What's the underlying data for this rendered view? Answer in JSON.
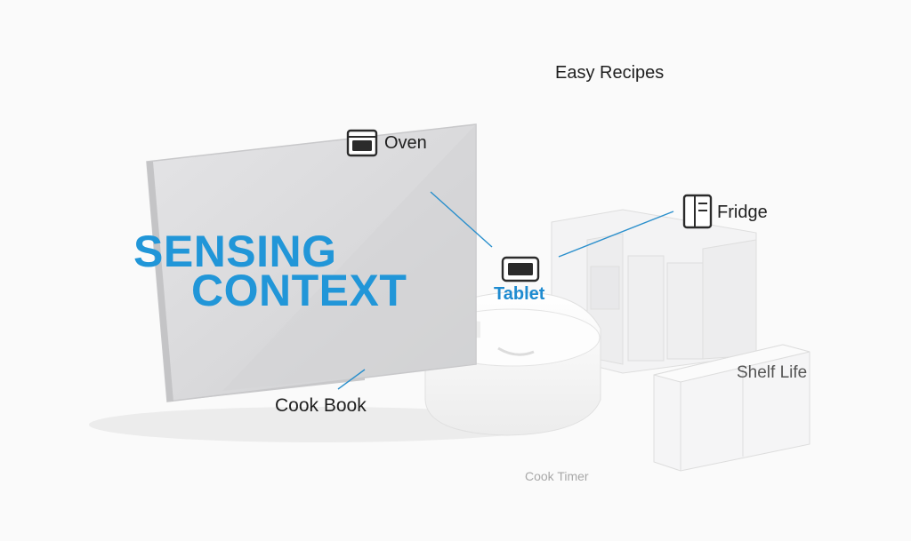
{
  "headline": {
    "line1": "SENSING",
    "line2": "CONTEXT"
  },
  "labels": {
    "easy_recipes": "Easy Recipes",
    "oven": "Oven",
    "fridge": "Fridge",
    "tablet": "Tablet",
    "shelf_life": "Shelf Life",
    "cook_book": "Cook Book",
    "cook_timer": "Cook Timer"
  },
  "icons": {
    "oven": "oven-icon",
    "fridge": "fridge-icon",
    "tablet": "tablet-icon"
  },
  "colors": {
    "accent": "#2196d8",
    "line": "#2a8fcc",
    "text": "#1f1f1f",
    "muted": "#a8a8a8"
  }
}
